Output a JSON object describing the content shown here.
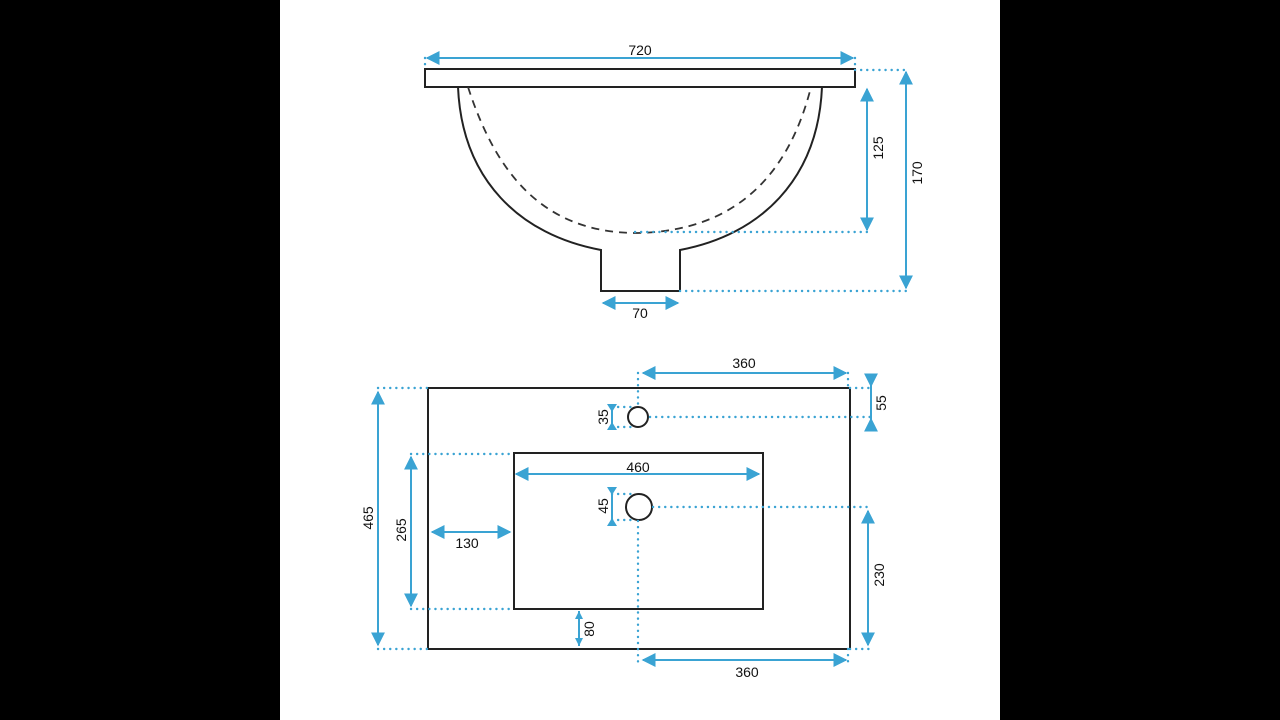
{
  "side_view": {
    "width_label": "720",
    "bowl_depth_label": "125",
    "total_height_label": "170",
    "drain_width_label": "70"
  },
  "top_view": {
    "tap_offset_label": "360",
    "tap_from_back_label": "55",
    "tap_hole_label": "35",
    "bowl_width_label": "460",
    "drain_hole_label": "45",
    "depth_label": "465",
    "bowl_depth_label": "265",
    "side_margin_label": "130",
    "front_margin_label": "80",
    "drain_from_front_label": "230",
    "drain_offset_label": "360"
  },
  "colors": {
    "dimension": "#3aa3d3",
    "outline": "#222222",
    "background": "#ffffff",
    "letterbox": "#000000"
  }
}
